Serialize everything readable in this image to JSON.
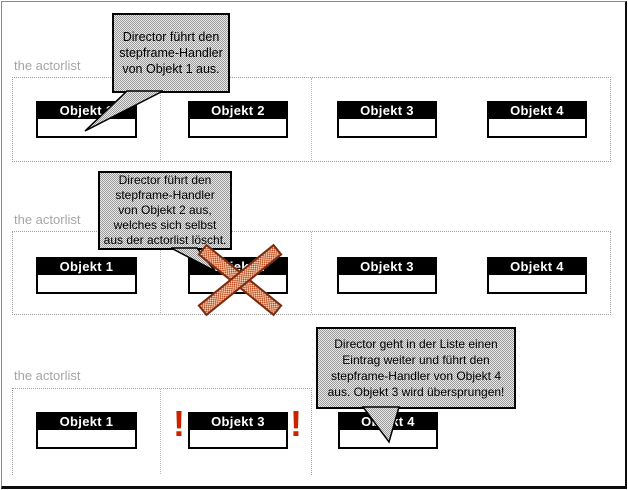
{
  "sections": [
    {
      "label": "the actorlist",
      "bubble": "Director führt den\nstepframe-Handler\nvon Objekt 1 aus.",
      "objects": [
        "Objekt 1",
        "Objekt 2",
        "Objekt 3",
        "Objekt 4"
      ]
    },
    {
      "label": "the actorlist",
      "bubble": "Director führt den\nstepframe-Handler\nvon Objekt 2 aus,\nwelches sich selbst\naus der actorlist löscht.",
      "objects": [
        "Objekt 1",
        "Objekt 2",
        "Objekt 3",
        "Objekt 4"
      ],
      "deleted_object": "Objekt 2"
    },
    {
      "label": "the actorlist",
      "bubble": "Director geht in der Liste einen\nEintrag weiter und führt den\nstepframe-Handler von Objekt 4\naus. Objekt 3 wird übersprungen!",
      "objects": [
        "Objekt 1",
        "Objekt 3",
        "Objekt 4"
      ],
      "skip_markers": [
        "!",
        "!"
      ]
    }
  ],
  "colors": {
    "cross_fill": "#c14f22",
    "cross_outline": "#7b2b10",
    "alert": "#cc2200",
    "bubble_gray": "#cdcdcd",
    "label_gray": "#a6a6a6"
  }
}
